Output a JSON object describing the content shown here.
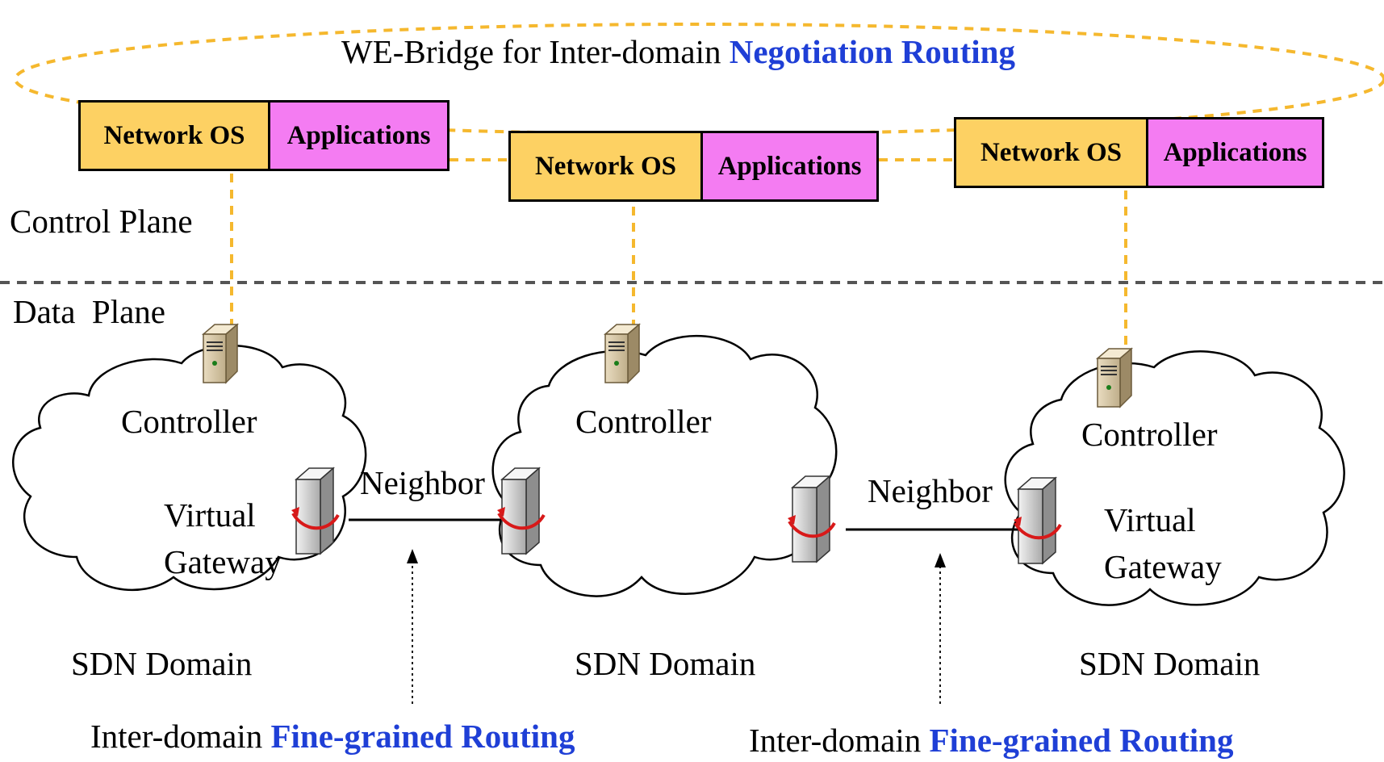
{
  "title": {
    "prefix": "WE-Bridge for Inter-domain ",
    "highlight": "Negotiation Routing"
  },
  "planes": {
    "control": "Control Plane",
    "data": "Data  Plane"
  },
  "control_boxes": [
    {
      "os": "Network OS",
      "app": "Applications"
    },
    {
      "os": "Network OS",
      "app": "Applications"
    },
    {
      "os": "Network OS",
      "app": "Applications"
    }
  ],
  "domains": [
    {
      "controller": "Controller",
      "gateway_line1": "Virtual",
      "gateway_line2": "Gateway",
      "name": "SDN Domain"
    },
    {
      "controller": "Controller",
      "name": "SDN Domain"
    },
    {
      "controller": "Controller",
      "gateway_line1": "Virtual",
      "gateway_line2": "Gateway",
      "name": "SDN Domain"
    }
  ],
  "links": [
    {
      "label": "Neighbor"
    },
    {
      "label": "Neighbor"
    }
  ],
  "routing_captions": [
    {
      "prefix": "Inter-domain ",
      "highlight": "Fine-grained Routing"
    },
    {
      "prefix": "Inter-domain ",
      "highlight": "Fine-grained Routing"
    }
  ],
  "colors": {
    "os_fill": "#fdd163",
    "app_fill": "#f47cf2",
    "dashed_link": "#f5b82e",
    "highlight_text": "#1f3fd6"
  }
}
